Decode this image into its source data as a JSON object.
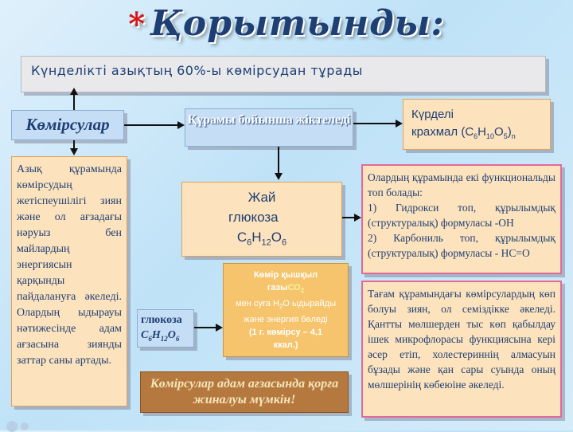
{
  "title": "Қорытынды:",
  "top_banner": "Күнделікті азықтың  60%-ы көмірсудан тұрады",
  "carbs_label": "Көмірсулар",
  "classification_label": "Құрамы бойынша жіктеледі",
  "complex": {
    "line1": "Күрделі",
    "line2_prefix": "крахмал (С",
    "sub1": "6",
    "mid1": "Н",
    "sub2": "10",
    "mid2": "О",
    "sub3": "5",
    "suffix": ")",
    "sub4": "n"
  },
  "simple": {
    "line1": "Жай",
    "line2": "глюкоза",
    "f_c": "С",
    "f_c_n": "6",
    "f_h": "Н",
    "f_h_n": "12",
    "f_o": "О",
    "f_o_n": "6"
  },
  "left_text": "Азық құрамында көмірсудың жетіспеушілігі зиян және ол ағзадағы нәруыз бен майлардың энергиясын қарқынды пайдалануға әкеледі. Олардың ыдырауы нәтижесінде адам ағзасына зиянды заттар саны артады.",
  "groups_text": {
    "intro": "Олардың құрамында екі функциональды топ болады:",
    "item1": "1) Гидрокси топ, құрылымдық (структуралық) формуласы -ОН",
    "item2": "2) Карбониль топ, құрылымдық (структуралық) формуласы - НС=О"
  },
  "glucose_small": {
    "line1": "глюкоза",
    "f_c": "С",
    "f_c_n": "6",
    "f_h": "Н",
    "f_h_n": "12",
    "f_o": "О",
    "f_o_n": "6"
  },
  "breakdown": {
    "line1": "Көмір қышқыл",
    "line2_prefix": "газы",
    "co2": "СО",
    "co2_n": "2",
    "line3_prefix": "мен суға ",
    "h2o_h": "Н",
    "h2o_n": "2",
    "h2o_rest": "О ыдырайды",
    "line4": "және энергия бөледі",
    "line5": "(1 г. көмірсу – 4,1",
    "line6": "ккал.)"
  },
  "harm_text": "Тағам құрамындағы көмірсулардың көп болуы зиян, ол семіздікке әкеледі. Қантты мөлшерден тыс көп қабылдау ішек микрофлорасы функциясына кері әсер етіп, холестериннің алмасуын бұзады және қан сары суында оның мөлшерінің көбеюіне әкеледі.",
  "reserve_text": "Көмірсулар адам ағзасында қорға жиналуы мүмкін!",
  "colors": {
    "title": "#1e3f73",
    "star": "#d4161a",
    "orange": "#f5c46c",
    "peach": "#fde3bd",
    "blue_box": "#c6def5",
    "pink_border": "#e26a9a",
    "brown": "#b5793f"
  }
}
